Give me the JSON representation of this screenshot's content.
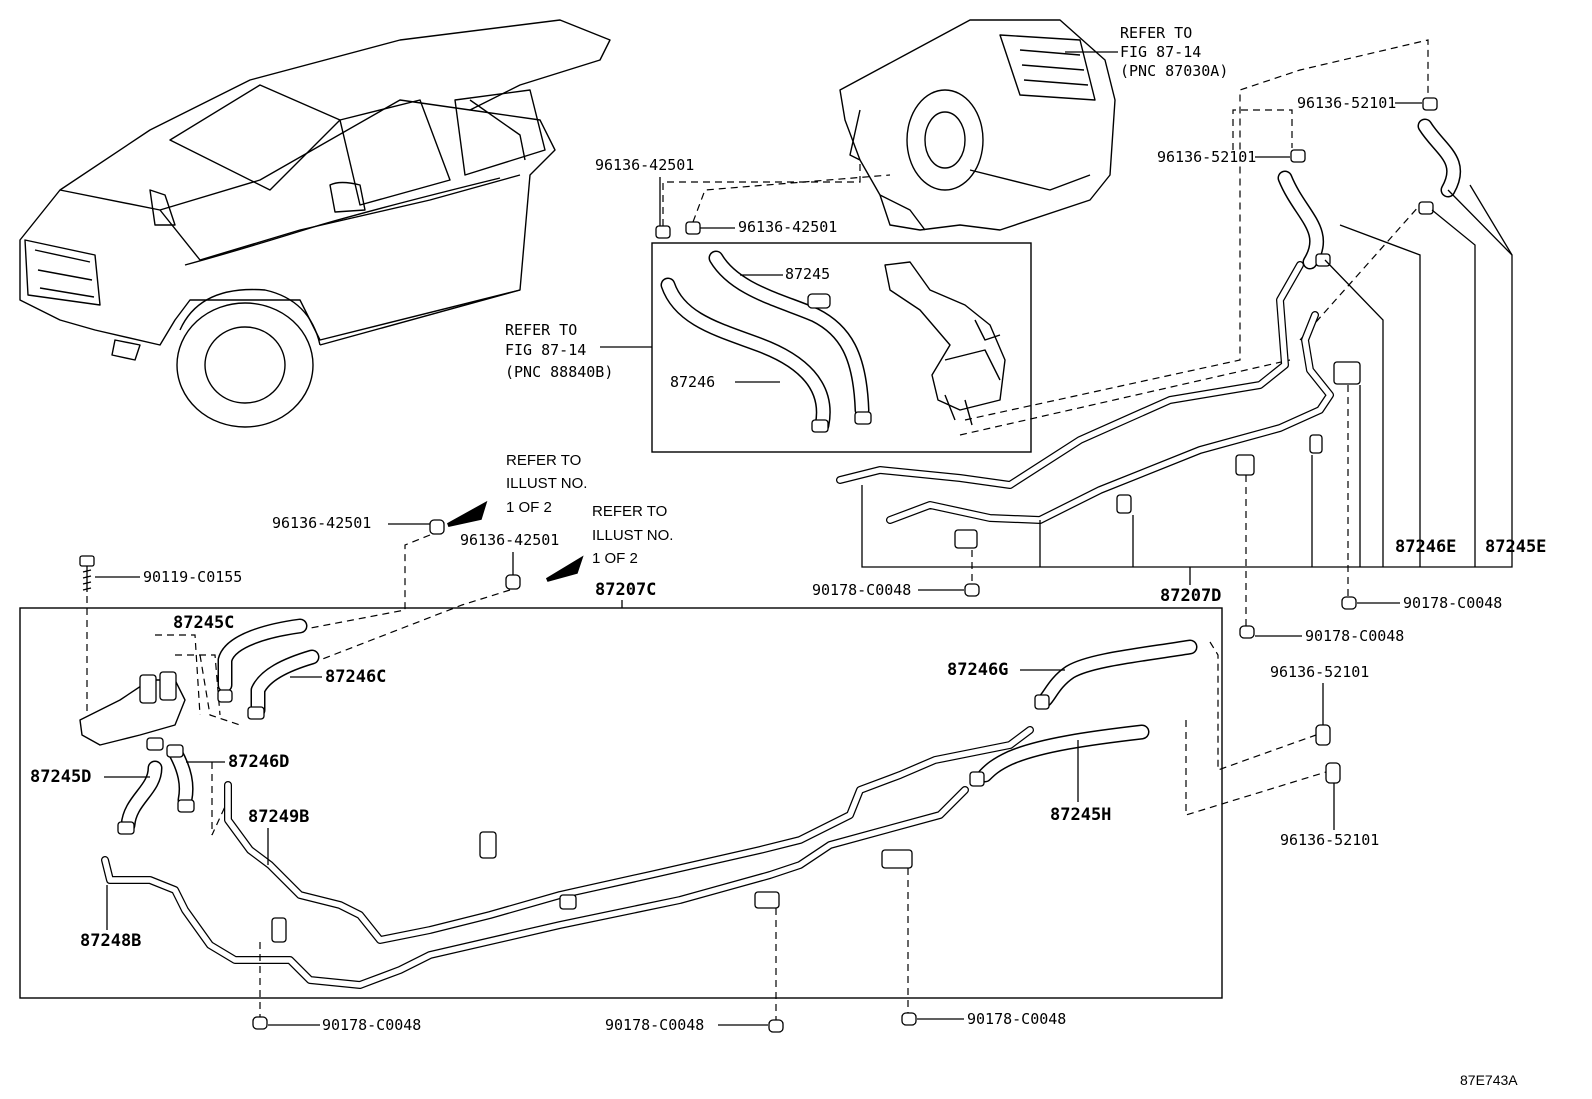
{
  "figure_code": "87E743A",
  "refer_notes": {
    "heater_unit": [
      "REFER TO",
      "FIG 87-14",
      "(PNC 87030A)"
    ],
    "heater_valve": [
      "REFER TO",
      "FIG 87-14",
      "(PNC 88840B)"
    ],
    "illust_a": [
      "REFER TO",
      "ILLUST NO.",
      "1 OF 2"
    ],
    "illust_b": [
      "REFER TO",
      "ILLUST NO.",
      "1 OF 2"
    ]
  },
  "part_labels": {
    "clip_52101_a": "96136-52101",
    "clip_52101_b": "96136-52101",
    "clip_52101_c": "96136-52101",
    "clip_52101_d": "96136-52101",
    "clip_42501_a": "96136-42501",
    "clip_42501_b": "96136-42501",
    "clip_42501_c": "96136-42501",
    "clip_42501_d": "96136-42501",
    "hose_87245": "87245",
    "hose_87246": "87246",
    "hose_87246e": "87246E",
    "hose_87245e": "87245E",
    "pipe_87207d": "87207D",
    "pipe_87207c": "87207C",
    "bolt_90119": "90119-C0155",
    "nut_a": "90178-C0048",
    "nut_b": "90178-C0048",
    "nut_c": "90178-C0048",
    "nut_d": "90178-C0048",
    "nut_e": "90178-C0048",
    "nut_f": "90178-C0048",
    "hose_87245c": "87245C",
    "hose_87246c": "87246C",
    "hose_87246d": "87246D",
    "hose_87245d": "87245D",
    "hose_87249b": "87249B",
    "hose_87248b": "87248B",
    "hose_87246g": "87246G",
    "hose_87245h": "87245H"
  }
}
